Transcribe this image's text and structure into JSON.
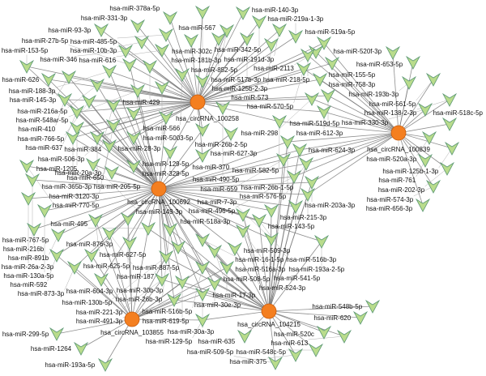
{
  "hubs": [
    {
      "label": "hsa_circRNA_100258"
    },
    {
      "label": "hsa_circRNA_100839"
    },
    {
      "label": "hsa_circRNA_100692"
    },
    {
      "label": "hsa_circRNA_103855"
    },
    {
      "label": "hsa_circRNA_104215"
    }
  ],
  "colors": {
    "circRNA": "#f47f20",
    "miRNA": "#b9dc8c",
    "edge": "#7a7a7a"
  },
  "nodes": [
    {
      "label": "hsa-miR-93-3p",
      "targets": [
        0
      ]
    },
    {
      "label": "hsa-miR-331-3p",
      "targets": [
        0
      ]
    },
    {
      "label": "hsa-miR-378a-5p",
      "targets": [
        0
      ]
    },
    {
      "label": "hsa-miR-302c",
      "targets": [
        0
      ]
    },
    {
      "label": "hsa-miR-140-3p",
      "targets": [
        0
      ]
    },
    {
      "label": "hsa-miR-485-5p",
      "targets": [
        0
      ]
    },
    {
      "label": "hsa-miR-181b-3p",
      "targets": [
        0
      ]
    },
    {
      "label": "hsa-miR-342-5p",
      "targets": [
        0
      ]
    },
    {
      "label": "hsa-miR-191d-3p",
      "targets": [
        0
      ]
    },
    {
      "label": "hsa-miR-10b-3p",
      "targets": [
        0
      ]
    },
    {
      "label": "hsa-miR-567",
      "targets": [
        0
      ]
    },
    {
      "label": "hsa-miR-852-5p",
      "targets": [
        0
      ]
    },
    {
      "label": "hsa-miR-517b-3p",
      "targets": [
        0
      ]
    },
    {
      "label": "hsa-miR-219a-1-3p",
      "targets": [
        0
      ]
    },
    {
      "label": "hsa-miR-616",
      "targets": [
        0
      ]
    },
    {
      "label": "hsa-miR-346",
      "targets": [
        0
      ]
    },
    {
      "label": "hsa-miR-125b-2-3p",
      "targets": [
        0
      ]
    },
    {
      "label": "hsa-miR-519a-5p",
      "targets": [
        0,
        1
      ]
    },
    {
      "label": "hsa-miR-2113",
      "targets": [
        0,
        1
      ]
    },
    {
      "label": "hsa-miR-153-5p",
      "targets": [
        0,
        2
      ]
    },
    {
      "label": "hsa-miR-188-3p",
      "targets": [
        0,
        2
      ]
    },
    {
      "label": "hsa-miR-27b-5p",
      "targets": [
        0,
        2
      ]
    },
    {
      "label": "hsa-miR-429",
      "targets": [
        0
      ]
    },
    {
      "label": "hsa-miR-566",
      "targets": [
        0
      ]
    },
    {
      "label": "hsa-miR-573",
      "targets": [
        0
      ]
    },
    {
      "label": "hsa-miR-626",
      "targets": [
        0,
        2
      ]
    },
    {
      "label": "hsa-miR-145-3p",
      "targets": [
        0,
        2
      ]
    },
    {
      "label": "hsa-miR-216a-5p",
      "targets": [
        0,
        2
      ]
    },
    {
      "label": "hsa-miR-5003-5p",
      "targets": [
        0
      ]
    },
    {
      "label": "hsa-miR-548ar-5p",
      "targets": [
        0,
        2
      ]
    },
    {
      "label": "hsa-miR-410",
      "targets": [
        0,
        2
      ]
    },
    {
      "label": "hsa-miR-766-5p",
      "targets": [
        0,
        2
      ]
    },
    {
      "label": "hsa-miR-384",
      "targets": [
        0,
        2
      ]
    },
    {
      "label": "hsa-miR-637",
      "targets": [
        0,
        2
      ]
    },
    {
      "label": "hsa-miR-506-3p",
      "targets": [
        0,
        2
      ]
    },
    {
      "label": "hsa-miR-28-3p",
      "targets": [
        0,
        2
      ]
    },
    {
      "label": "hsa-miR-1205",
      "targets": [
        0,
        2
      ]
    },
    {
      "label": "hsa-miR-650",
      "targets": [
        0,
        2
      ]
    },
    {
      "label": "hsa-miR-365b-3p",
      "targets": [
        0,
        2
      ]
    },
    {
      "label": "hsa-miR-205-5p",
      "targets": [
        0,
        2
      ]
    },
    {
      "label": "hsa-miR-129-5p",
      "targets": [
        0,
        2
      ]
    },
    {
      "label": "hsa-miR-3120-3p",
      "targets": [
        0,
        2
      ]
    },
    {
      "label": "hsa-miR-26b-2-5p",
      "targets": [
        0,
        2
      ]
    },
    {
      "label": "hsa-miR-627-3p",
      "targets": [
        0,
        2
      ]
    },
    {
      "label": "hsa-miR-328-5p",
      "targets": [
        0,
        2
      ]
    },
    {
      "label": "hsa-miR-370",
      "targets": [
        0,
        2
      ]
    },
    {
      "label": "hsa-miR-218-5p",
      "targets": [
        0,
        1
      ]
    },
    {
      "label": "hsa-miR-570-5p",
      "targets": [
        0,
        1
      ]
    },
    {
      "label": "hsa-miR-155-5p",
      "targets": [
        0,
        1
      ]
    },
    {
      "label": "hsa-miR-758-3p",
      "targets": [
        0,
        1
      ]
    },
    {
      "label": "hsa-miR-519d-5p",
      "targets": [
        0,
        1
      ]
    },
    {
      "label": "hsa-miR-298",
      "targets": [
        0,
        1
      ]
    },
    {
      "label": "hsa-miR-612-3p",
      "targets": [
        0,
        1
      ]
    },
    {
      "label": "hsa-miR-582-5p",
      "targets": [
        0,
        1
      ]
    },
    {
      "label": "hsa-miR-490-5p",
      "targets": [
        0
      ]
    },
    {
      "label": "hsa-miR-520f-3p",
      "targets": [
        1
      ]
    },
    {
      "label": "hsa-miR-653-5p",
      "targets": [
        1
      ]
    },
    {
      "label": "hsa-miR-193b-3p",
      "targets": [
        1
      ]
    },
    {
      "label": "hsa-miR-561-5p",
      "targets": [
        1
      ]
    },
    {
      "label": "hsa-miR-138-2-3p",
      "targets": [
        1
      ]
    },
    {
      "label": "hsa-miR-330-3p",
      "targets": [
        1
      ]
    },
    {
      "label": "hsa-miR-518c-5p",
      "targets": [
        1
      ]
    },
    {
      "label": "hsa-miR-520a-3p",
      "targets": [
        1
      ]
    },
    {
      "label": "hsa-miR-125b-1-3p",
      "targets": [
        1
      ]
    },
    {
      "label": "hsa-miR-761",
      "targets": [
        1
      ]
    },
    {
      "label": "hsa-miR-202-3p",
      "targets": [
        1
      ]
    },
    {
      "label": "hsa-miR-574-3p",
      "targets": [
        1
      ]
    },
    {
      "label": "hsa-miR-656-3p",
      "targets": [
        1
      ]
    },
    {
      "label": "hsa-miR-26b-1-5p",
      "targets": [
        1,
        2,
        4
      ]
    },
    {
      "label": "hsa-miR-624-3p",
      "targets": [
        1,
        2,
        4
      ]
    },
    {
      "label": "hsa-miR-659",
      "targets": [
        1,
        2,
        4
      ]
    },
    {
      "label": "hsa-miR-576-5p",
      "targets": [
        1,
        2,
        4
      ]
    },
    {
      "label": "hsa-miR-496-5p",
      "targets": [
        1,
        2,
        4
      ]
    },
    {
      "label": "hsa-miR-203a-3p",
      "targets": [
        1,
        2,
        4
      ]
    },
    {
      "label": "hsa-miR-215-3p",
      "targets": [
        1,
        2,
        4
      ]
    },
    {
      "label": "hsa-miR-770-5p",
      "targets": [
        2
      ]
    },
    {
      "label": "hsa-miR-767-5p",
      "targets": [
        2
      ]
    },
    {
      "label": "hsa-miR-26a-2-3p",
      "targets": [
        2
      ]
    },
    {
      "label": "hsa-miR-130a-5p",
      "targets": [
        2
      ]
    },
    {
      "label": "hsa-miR-216b",
      "targets": [
        2
      ]
    },
    {
      "label": "hsa-miR-891b",
      "targets": [
        2
      ]
    },
    {
      "label": "hsa-miR-592",
      "targets": [
        2,
        3
      ]
    },
    {
      "label": "hsa-miR-876-3p",
      "targets": [
        2,
        3
      ]
    },
    {
      "label": "hsa-miR-873-3p",
      "targets": [
        2,
        3
      ]
    },
    {
      "label": "hsa-miR-604-3p",
      "targets": [
        2,
        3
      ]
    },
    {
      "label": "hsa-miR-149-3p",
      "targets": [
        2
      ]
    },
    {
      "label": "hsa-miR-518a-3p",
      "targets": [
        2
      ]
    },
    {
      "label": "hsa-miR-20a-3p",
      "targets": [
        2
      ]
    },
    {
      "label": "hsa-miR-627-5p",
      "targets": [
        2,
        3
      ]
    },
    {
      "label": "hsa-miR-625-5p",
      "targets": [
        2,
        3
      ]
    },
    {
      "label": "hsa-miR-887-5p",
      "targets": [
        2,
        3
      ]
    },
    {
      "label": "hsa-miR-30b-3p",
      "targets": [
        2,
        3
      ]
    },
    {
      "label": "hsa-miR-495",
      "targets": [
        2,
        3,
        4
      ]
    },
    {
      "label": "hsa-miR-26b-3p",
      "targets": [
        2,
        4
      ]
    },
    {
      "label": "hsa-miR-16-1-5p",
      "targets": [
        2,
        4
      ]
    },
    {
      "label": "hsa-miR-130b-5p",
      "targets": [
        2,
        4
      ]
    },
    {
      "label": "hsa-miR-187",
      "targets": [
        2,
        3,
        4
      ]
    },
    {
      "label": "hsa-miR-508-5p",
      "targets": [
        2,
        4
      ]
    },
    {
      "label": "hsa-miR-509-3p",
      "targets": [
        2,
        4
      ]
    },
    {
      "label": "hsa-miR-17-3p",
      "targets": [
        2,
        3,
        4
      ]
    },
    {
      "label": "hsa-miR-516b-5p",
      "targets": [
        2,
        3,
        4
      ]
    },
    {
      "label": "hsa-miR-30e-3p",
      "targets": [
        2,
        3,
        4
      ]
    },
    {
      "label": "hsa-miR-221-3p",
      "targets": [
        2,
        3,
        4
      ]
    },
    {
      "label": "hsa-miR-619-5p",
      "targets": [
        2,
        3,
        4
      ]
    },
    {
      "label": "hsa-miR-30a-3p",
      "targets": [
        2,
        3,
        4
      ]
    },
    {
      "label": "hsa-miR-491-3p",
      "targets": [
        2,
        3,
        4
      ]
    },
    {
      "label": "hsa-miR-129-5p",
      "targets": [
        3,
        4
      ]
    },
    {
      "label": "hsa-miR-143-5p",
      "targets": [
        2,
        4
      ]
    },
    {
      "label": "hsa-miR-516a-3p",
      "targets": [
        2,
        4
      ]
    },
    {
      "label": "hsa-miR-516b-3p",
      "targets": [
        2,
        4
      ]
    },
    {
      "label": "hsa-miR-541-5p",
      "targets": [
        2,
        4
      ]
    },
    {
      "label": "hsa-miR-7-3p",
      "targets": [
        2,
        4
      ]
    },
    {
      "label": "hsa-miR-193a-2-5p",
      "targets": [
        2,
        4
      ]
    },
    {
      "label": "hsa-miR-524-3p",
      "targets": [
        2,
        4
      ]
    },
    {
      "label": "hsa-miR-299-5p",
      "targets": [
        3
      ]
    },
    {
      "label": "hsa-miR-1264",
      "targets": [
        3
      ]
    },
    {
      "label": "hsa-miR-193a-5p",
      "targets": [
        3
      ]
    },
    {
      "label": "hsa-miR-548b-5p",
      "targets": [
        4
      ]
    },
    {
      "label": "hsa-miR-620",
      "targets": [
        4
      ]
    },
    {
      "label": "hsa-miR-520c",
      "targets": [
        4
      ]
    },
    {
      "label": "hsa-miR-613",
      "targets": [
        4
      ]
    },
    {
      "label": "hsa-miR-548c-5p",
      "targets": [
        4
      ]
    },
    {
      "label": "hsa-miR-375",
      "targets": [
        4
      ]
    },
    {
      "label": "hsa-miR-509-5p",
      "targets": [
        4
      ]
    },
    {
      "label": "hsa-miR-635",
      "targets": [
        4
      ]
    }
  ]
}
